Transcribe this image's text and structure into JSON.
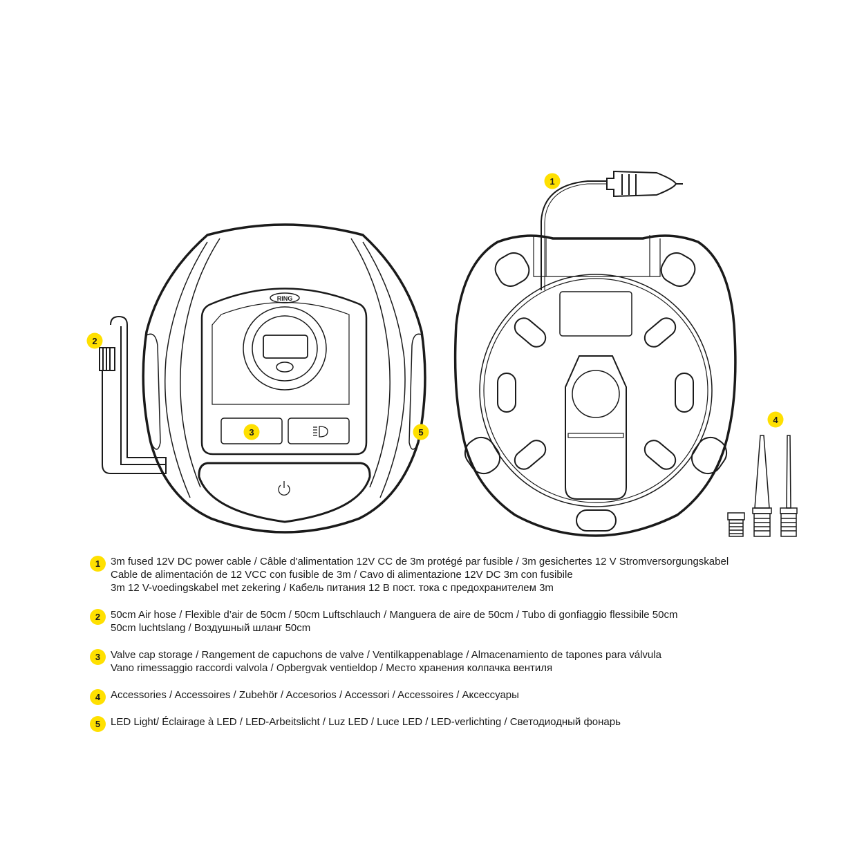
{
  "colors": {
    "badge": "#FFE000",
    "stroke": "#1a1a1a"
  },
  "drawing": {
    "logo": "RING",
    "callouts": [
      "1",
      "2",
      "3",
      "4",
      "5"
    ]
  },
  "legend": [
    {
      "num": "1",
      "lines": [
        "3m fused 12V DC power cable / Câble d'alimentation 12V CC de 3m protégé par fusible / 3m gesichertes 12 V Stromversorgungskabel",
        "Cable de alimentación de 12 VCC con fusible de 3m / Cavo di alimentazione 12V DC 3m con fusibile",
        "3m 12 V-voedingskabel met zekering / Кабель питания 12 В пост. тока с предохранителем 3m"
      ]
    },
    {
      "num": "2",
      "lines": [
        "50cm Air hose / Flexible d’air de 50cm / 50cm Luftschlauch / Manguera de aire de 50cm / Tubo di gonfiaggio flessibile 50cm",
        "50cm luchtslang / Воздушный шланг 50cm"
      ]
    },
    {
      "num": "3",
      "lines": [
        "Valve cap storage / Rangement de capuchons de valve / Ventilkappenablage / Almacenamiento de tapones para válvula",
        "Vano rimessaggio raccordi valvola / Opbergvak ventieldop / Место хранения колпачка вентиля"
      ]
    },
    {
      "num": "4",
      "lines": [
        "Accessories / Accessoires / Zubehör / Accesorios / Accessori / Accessoires / Аксессуары"
      ]
    },
    {
      "num": "5",
      "lines": [
        "LED Light/ Éclairage à LED / LED-Arbeitslicht / Luz LED / Luce LED / LED-verlichting / Светодиодный фонарь"
      ]
    }
  ]
}
